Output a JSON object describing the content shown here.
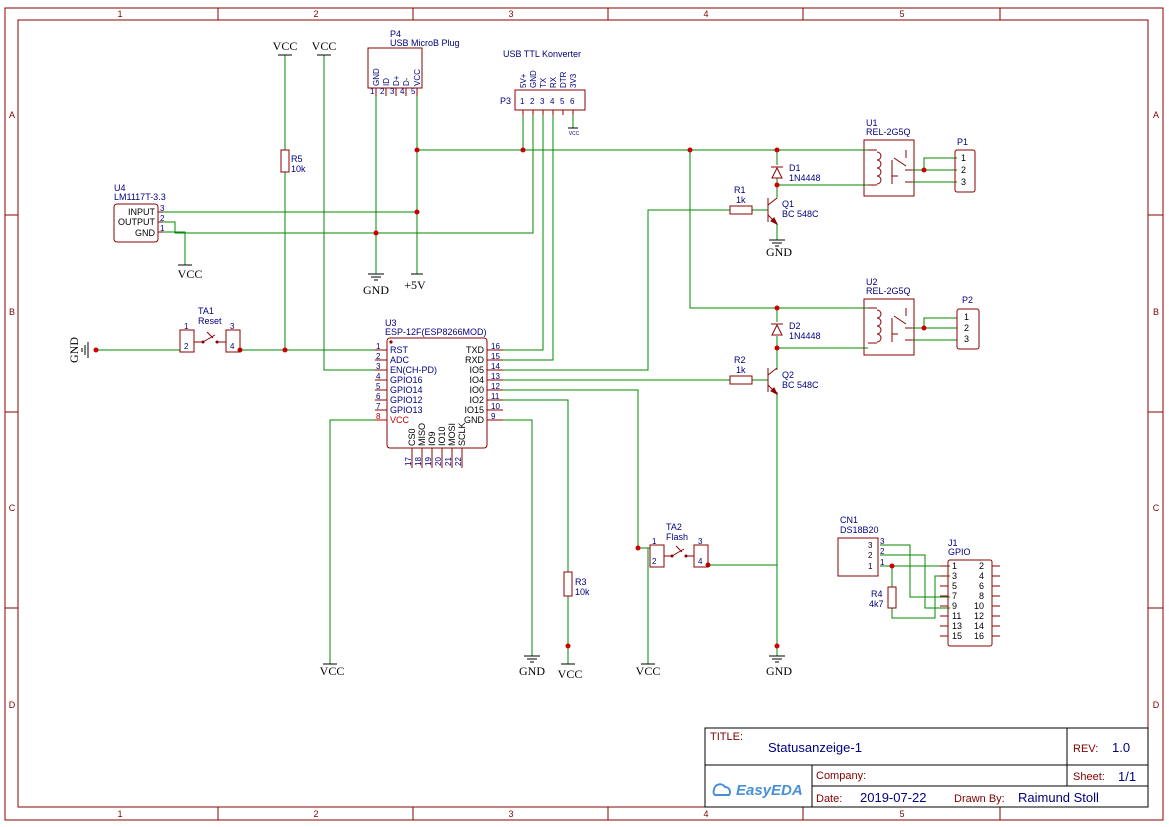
{
  "border": {
    "columns": [
      "1",
      "2",
      "3",
      "4",
      "5"
    ],
    "rows": [
      "A",
      "B",
      "C",
      "D"
    ]
  },
  "colors": {
    "wire": "#008800",
    "symbol": "#8b0000",
    "text": "#000080",
    "junction": "#cc0000"
  },
  "nets": {
    "vcc": "VCC",
    "gnd": "GND",
    "plus5v": "+5V",
    "vcc_small": "VCC"
  },
  "components": {
    "p4": {
      "ref": "P4",
      "value": "USB MicroB Plug",
      "pins": [
        "GND",
        "ID",
        "D+",
        "D-",
        "VCC"
      ],
      "nums": [
        "1",
        "2",
        "3",
        "4",
        "5"
      ]
    },
    "p3": {
      "ref": "P3",
      "value": "USB TTL Konverter",
      "pins": [
        "5V+",
        "GND",
        "TX",
        "RX",
        "DTR",
        "3V3"
      ],
      "nums": [
        "1",
        "2",
        "3",
        "4",
        "5",
        "6"
      ]
    },
    "r5": {
      "ref": "R5",
      "value": "10k"
    },
    "u4": {
      "ref": "U4",
      "value": "LM1117T-3.3",
      "pins": [
        "INPUT",
        "OUTPUT",
        "GND"
      ],
      "nums": [
        "3",
        "2",
        "1"
      ]
    },
    "ta1": {
      "ref": "TA1",
      "value": "Reset",
      "nums": [
        "1",
        "2",
        "3",
        "4"
      ]
    },
    "u3": {
      "ref": "U3",
      "value": "ESP-12F(ESP8266MOD)",
      "left_pins": [
        "RST",
        "ADC",
        "EN(CH-PD)",
        "GPIO16",
        "GPIO14",
        "GPIO12",
        "GPIO13",
        "VCC"
      ],
      "left_nums": [
        "1",
        "2",
        "3",
        "4",
        "5",
        "6",
        "7",
        "8"
      ],
      "right_pins": [
        "TXD",
        "RXD",
        "IO5",
        "IO4",
        "IO0",
        "IO2",
        "IO15",
        "GND"
      ],
      "right_nums": [
        "16",
        "15",
        "14",
        "13",
        "12",
        "11",
        "10",
        "9"
      ],
      "bottom_pins": [
        "CS0",
        "MISO",
        "IO9",
        "IO10",
        "MOSI",
        "SCLK"
      ],
      "bottom_nums": [
        "17",
        "18",
        "19",
        "20",
        "21",
        "22"
      ]
    },
    "d1": {
      "ref": "D1",
      "value": "1N4448"
    },
    "d2": {
      "ref": "D2",
      "value": "1N4448"
    },
    "r1": {
      "ref": "R1",
      "value": "1k"
    },
    "r2": {
      "ref": "R2",
      "value": "1k"
    },
    "q1": {
      "ref": "Q1",
      "value": "BC 548C"
    },
    "q2": {
      "ref": "Q2",
      "value": "BC 548C"
    },
    "u1": {
      "ref": "U1",
      "value": "REL-2G5Q"
    },
    "u2": {
      "ref": "U2",
      "value": "REL-2G5Q"
    },
    "p1": {
      "ref": "P1",
      "nums": [
        "1",
        "2",
        "3"
      ]
    },
    "p2": {
      "ref": "P2",
      "nums": [
        "1",
        "2",
        "3"
      ]
    },
    "r3": {
      "ref": "R3",
      "value": "10k"
    },
    "ta2": {
      "ref": "TA2",
      "value": "Flash",
      "nums": [
        "1",
        "2",
        "3",
        "4"
      ]
    },
    "cn1": {
      "ref": "CN1",
      "value": "DS18B20",
      "nums": [
        "3",
        "2",
        "1"
      ]
    },
    "r4": {
      "ref": "R4",
      "value": "4k7"
    },
    "j1": {
      "ref": "J1",
      "value": "GPIO",
      "left": [
        "1",
        "3",
        "5",
        "7",
        "9",
        "11",
        "13",
        "15"
      ],
      "right": [
        "2",
        "4",
        "6",
        "8",
        "10",
        "12",
        "14",
        "16"
      ]
    }
  },
  "title_block": {
    "title_label": "TITLE:",
    "title": "Statusanzeige-1",
    "rev_label": "REV:",
    "rev": "1.0",
    "company_label": "Company:",
    "company": "",
    "sheet_label": "Sheet:",
    "sheet": "1/1",
    "date_label": "Date:",
    "date": "2019-07-22",
    "drawn_label": "Drawn By:",
    "drawn_by": "Raimund Stoll",
    "logo": "EasyEDA"
  }
}
